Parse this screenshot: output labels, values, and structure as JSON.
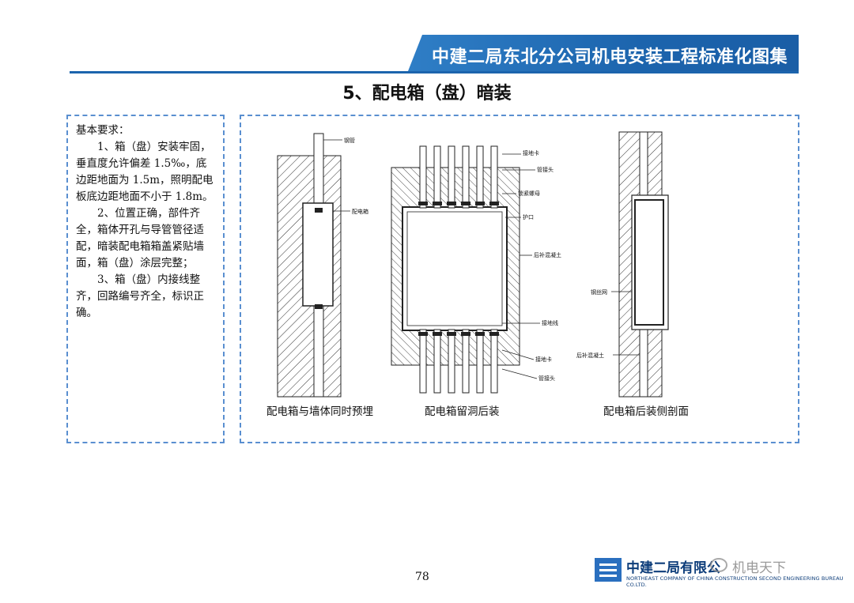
{
  "header": {
    "title": "中建二局东北分公司机电安装工程标准化图集"
  },
  "page_title": "5、配电箱（盘）暗装",
  "requirements": {
    "heading": "基本要求：",
    "items": [
      "1、箱（盘）安装牢固，垂直度允许偏差 1.5‰，底边距地面为 1.5m，照明配电板底边距地面不小于 1.8m。",
      "2、位置正确，部件齐全，箱体开孔与导管管径适配，暗装配电箱箱盖紧贴墙面，箱（盘）涂层完整；",
      "3、箱（盘）内接线整齐，回路编号齐全，标识正确。"
    ]
  },
  "figures": {
    "fig1": {
      "caption": "配电箱与墙体同时预埋",
      "labels": {
        "pipe": "钢管",
        "box": "配电箱"
      }
    },
    "fig2": {
      "caption": "配电箱留洞后装",
      "labels": {
        "ground_clip_top": "接地卡",
        "connector_top": "管接头",
        "lock_nut": "锁紧螺母",
        "guard": "护口",
        "concrete": "后补混凝土",
        "ground_wire": "接地线",
        "ground_clip_bottom": "接地卡",
        "connector_bottom": "管接头"
      }
    },
    "fig3": {
      "caption": "配电箱后装侧剖面",
      "labels": {
        "mesh": "钢丝网",
        "concrete": "后补混凝土"
      }
    }
  },
  "footer": {
    "page_number": "78",
    "company_cn": "中建二局有限公",
    "company_en": "NORTHEAST COMPANY OF CHINA CONSTRUCTION SECOND ENGINEERING BUREAU CO.LTD.",
    "watermark": "机电天下"
  },
  "colors": {
    "banner": "#1c64ad",
    "dashed_border": "#5a8fd0",
    "company": "#0d3d7a"
  }
}
